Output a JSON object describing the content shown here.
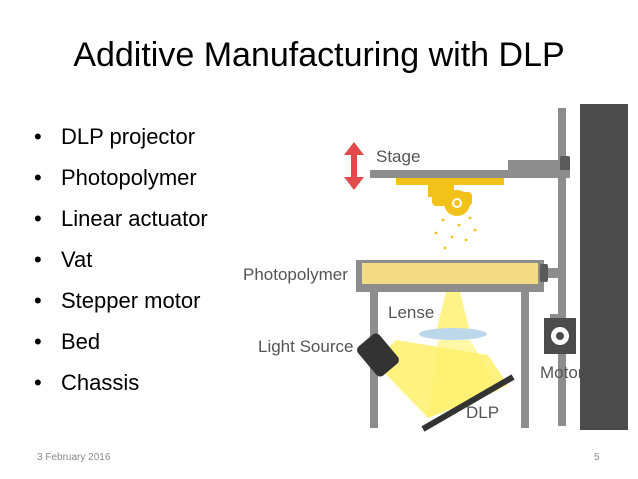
{
  "slide": {
    "title": "Additive Manufacturing with DLP",
    "bullets": [
      "DLP projector",
      "Photopolymer",
      "Linear actuator",
      "Vat",
      "Stepper motor",
      "Bed",
      "Chassis"
    ],
    "bullet_symbol": "•",
    "footer_date": "3 February 2016",
    "page_number": "5"
  },
  "diagram": {
    "labels": {
      "stage": "Stage",
      "photopolymer": "Photopolymer",
      "lense": "Lense",
      "light_source": "Light Source",
      "motor": "Motor",
      "dlp": "DLP"
    },
    "colors": {
      "frame": "#8d8d8d",
      "dark_column": "#4b4b4b",
      "resin": "#f3dc84",
      "part": "#f2c21b",
      "light_beam": "#fff06a",
      "lens": "#bcd7ea",
      "arrow": "#e24b4b"
    }
  }
}
